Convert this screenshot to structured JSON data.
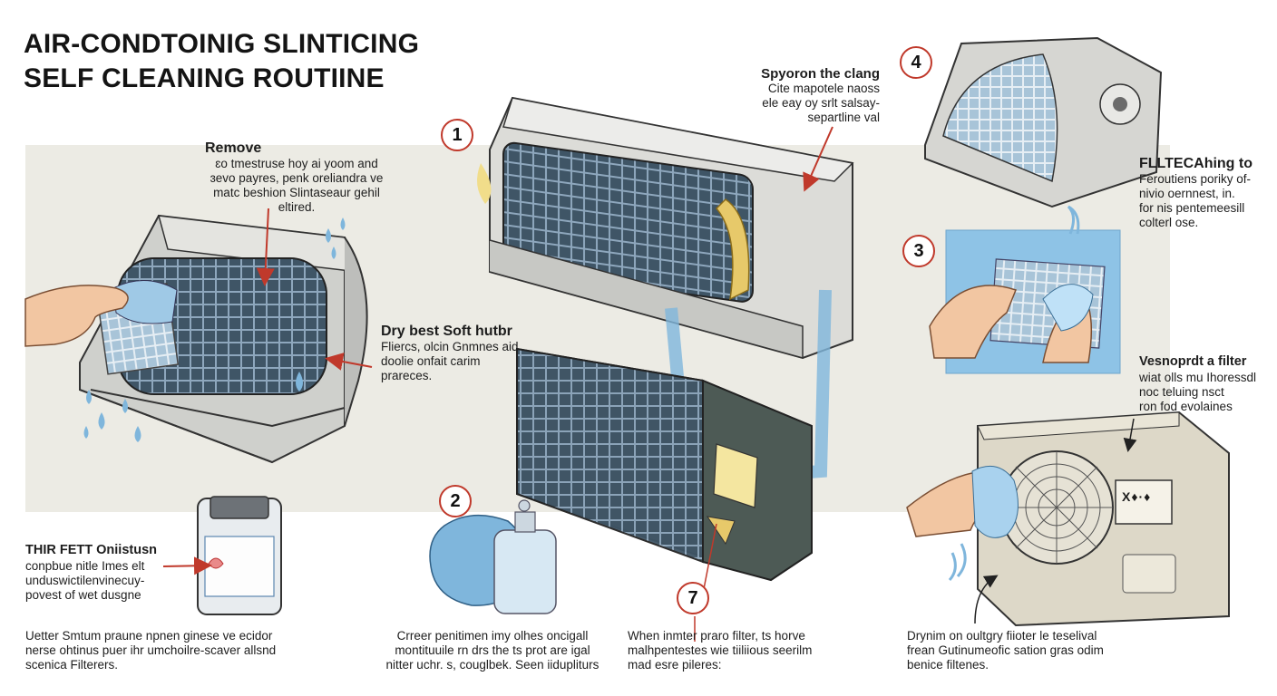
{
  "title": {
    "line1": "AIR-CONDTOINIG SLINTICING",
    "line2": "SELF CLEANING ROUTIINE"
  },
  "steps": {
    "s1": "1",
    "s2": "2",
    "s3": "3",
    "s4": "4",
    "s7": "7"
  },
  "callouts": {
    "remove": {
      "heading": "Remove",
      "lines": [
        "ɛo tmestruse hoy ai yoom and",
        "ɜevo payres, penk oreliandra ve",
        "matc beshion Slintaseaur gehil",
        "eltired."
      ]
    },
    "spray": {
      "lines": [
        "Spyoron the clang",
        "Cite mapotele naoss",
        "ele eay oy srlt salsay-",
        "separtline val"
      ]
    },
    "filter_top": {
      "heading": "FLLTECAhing to",
      "lines": [
        "Feroutiens poriky of-",
        "nivio oernnest, in.",
        "for nis pentemeesill",
        "colterl ose."
      ]
    },
    "dry_soft": {
      "heading": "Dry best Soft hutbr",
      "lines": [
        "Fliercs, olcin Gnmnes aid",
        "doolie onfait carim",
        "prareces."
      ]
    },
    "vent_filter": {
      "heading": "Vesnoprdt a filter",
      "lines": [
        "wiat olls mu Ihoressdl",
        "noc teluing nsct",
        "ron fod evolaines"
      ]
    },
    "third_felt": {
      "heading": "THIR FETT Oniistusn",
      "lines": [
        "conpbue nitle Imes elt",
        "unduswictilenvinecuy-",
        "povest of wet dusgne"
      ]
    },
    "bottom_1": {
      "lines": [
        "Uetter Smtum praune npnen ginese ve ecidor",
        "nerse ohtinus puer ihr umchoilre-scaver allsnd",
        "scenica Filterers."
      ]
    },
    "bottom_2": {
      "lines": [
        "Crreer penitimen imy olhes oncigall",
        "montituuile rn drs the ts prot are igal",
        "nitter uchr. s, couglbek.  Seen iidupliturs"
      ]
    },
    "bottom_3": {
      "lines": [
        "When inmter praro filter, ts horve",
        "malhpentestes wie tiiliious seerilm",
        "mad esre pileres:"
      ]
    },
    "bottom_4": {
      "lines": [
        "Drynim on oultgry fiioter le teselival",
        "frean Gutinumeofic sation gras odim",
        "benice filtenes."
      ]
    }
  },
  "unit_panel_text": "X♦·♦",
  "colors": {
    "accent_red": "#c0392b",
    "water_blue": "#7fb6dc",
    "band": "#ecebe4",
    "unit_grey": "#d9d9d6",
    "dark_unit": "#4d5a55"
  }
}
